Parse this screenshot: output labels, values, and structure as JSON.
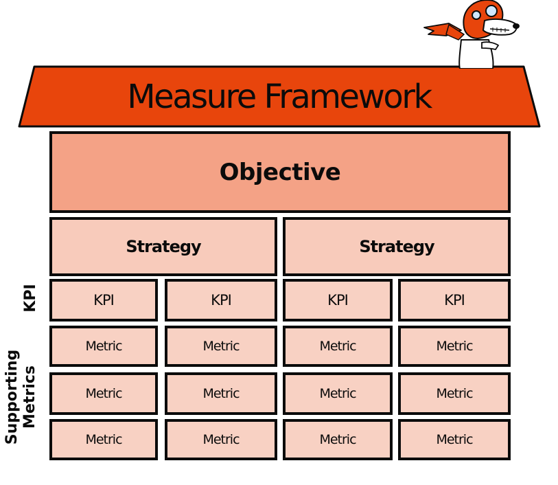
{
  "title": "Measure Framework",
  "objective": "Objective",
  "strategies": [
    "Strategy",
    "Strategy"
  ],
  "side_labels": {
    "kpi": "KPI",
    "supporting_line1": "Supporting",
    "supporting_line2": "Metrics"
  },
  "kpis": [
    "KPI",
    "KPI",
    "KPI",
    "KPI"
  ],
  "metrics": [
    [
      "Metric",
      "Metric",
      "Metric",
      "Metric"
    ],
    [
      "Metric",
      "Metric",
      "Metric",
      "Metric"
    ],
    [
      "Metric",
      "Metric",
      "Metric",
      "Metric"
    ]
  ],
  "colors": {
    "roof": "#e8450c",
    "objective": "#f4a286",
    "strategy": "#f8cbbb",
    "cell": "#f8d1c3",
    "border": "#0b0b0b"
  }
}
